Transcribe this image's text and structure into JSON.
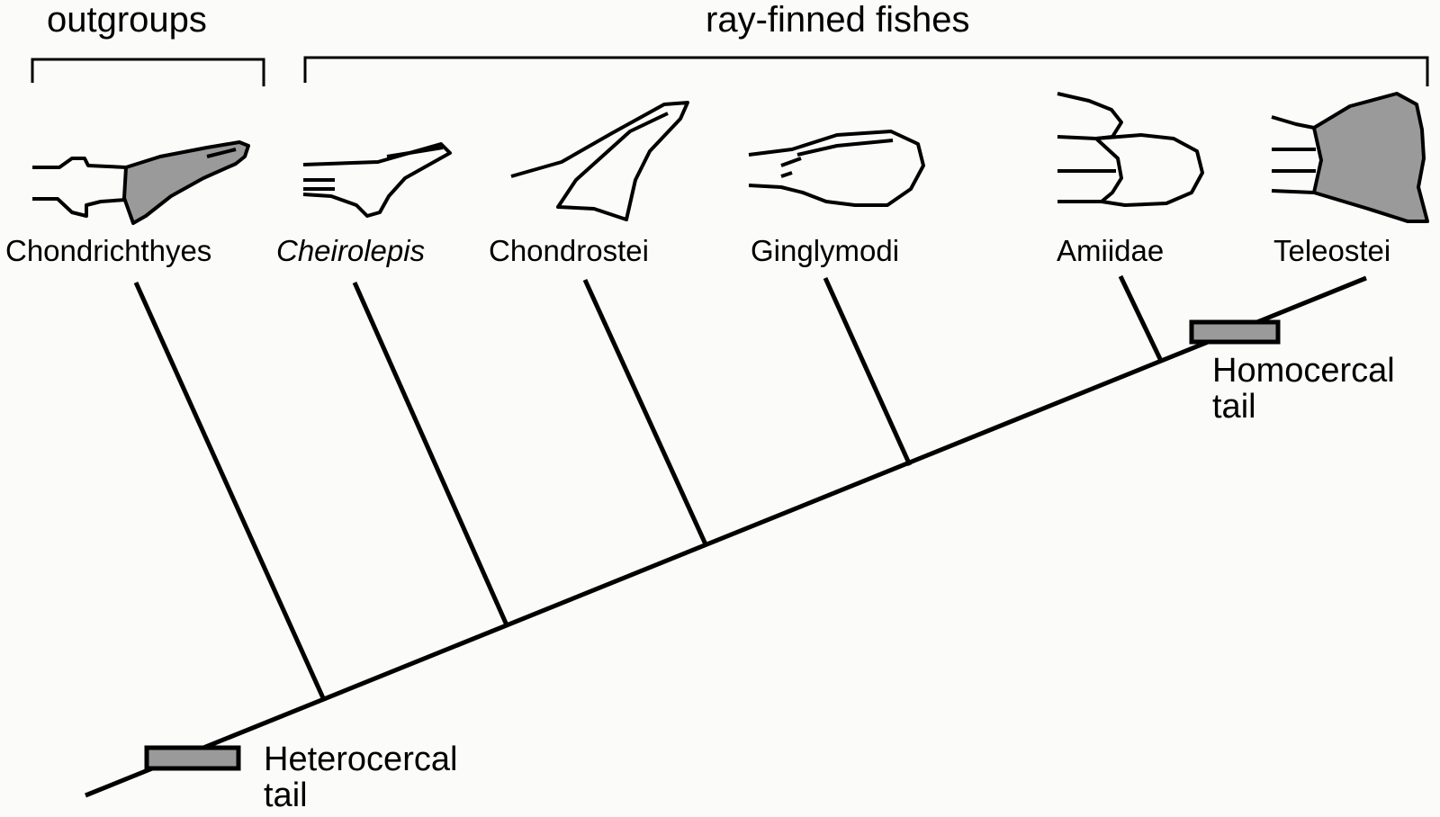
{
  "groups": {
    "outgroups": "outgroups",
    "ray_finned": "ray-finned fishes"
  },
  "taxa": [
    "Chondrichthyes",
    "Cheirolepis",
    "Chondrostei",
    "Ginglymodi",
    "Amiidae",
    "Teleostei"
  ],
  "characters": {
    "heterocercal_line1": "Heterocercal",
    "heterocercal_line2": "tail",
    "homocercal_line1": "Homocercal",
    "homocercal_line2": "tail"
  },
  "colors": {
    "line": "#000000",
    "fill_shaded": "#9a9a9a",
    "background": "#fbfbfa"
  },
  "icons": {
    "chondrichthyes": "shark-heterocercal-tail-icon",
    "cheirolepis": "heterocercal-tail-icon",
    "chondrostei": "heterocercal-tail-icon",
    "ginglymodi": "abbreviated-heterocercal-tail-icon",
    "amiidae": "abbreviated-heterocercal-tail-icon",
    "teleostei": "homocercal-tail-icon"
  }
}
